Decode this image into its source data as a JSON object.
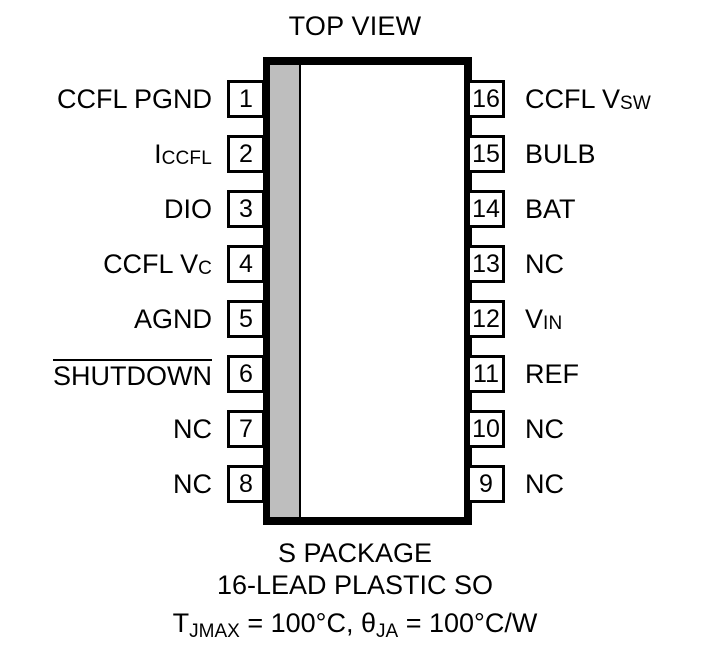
{
  "title": "TOP VIEW",
  "package": {
    "body_fill": "#ffffff",
    "border_color": "#000000",
    "orientation_stripe_color": "#bebebe"
  },
  "pins": {
    "left": [
      {
        "number": "1",
        "label_main": "CCFL PGND",
        "label_sub": "",
        "overline": false
      },
      {
        "number": "2",
        "label_main": "I",
        "label_sub": "CCFL",
        "overline": false
      },
      {
        "number": "3",
        "label_main": "DIO",
        "label_sub": "",
        "overline": false
      },
      {
        "number": "4",
        "label_main": "CCFL V",
        "label_sub": "C",
        "overline": false
      },
      {
        "number": "5",
        "label_main": "AGND",
        "label_sub": "",
        "overline": false
      },
      {
        "number": "6",
        "label_main": "SHUTDOWN",
        "label_sub": "",
        "overline": true
      },
      {
        "number": "7",
        "label_main": "NC",
        "label_sub": "",
        "overline": false
      },
      {
        "number": "8",
        "label_main": "NC",
        "label_sub": "",
        "overline": false
      }
    ],
    "right": [
      {
        "number": "16",
        "label_main": "CCFL V",
        "label_sub": "SW",
        "overline": false
      },
      {
        "number": "15",
        "label_main": "BULB",
        "label_sub": "",
        "overline": false
      },
      {
        "number": "14",
        "label_main": "BAT",
        "label_sub": "",
        "overline": false
      },
      {
        "number": "13",
        "label_main": "NC",
        "label_sub": "",
        "overline": false
      },
      {
        "number": "12",
        "label_main": "V",
        "label_sub": "IN",
        "overline": false
      },
      {
        "number": "11",
        "label_main": "REF",
        "label_sub": "",
        "overline": false
      },
      {
        "number": "10",
        "label_main": "NC",
        "label_sub": "",
        "overline": false
      },
      {
        "number": "9",
        "label_main": "NC",
        "label_sub": "",
        "overline": false
      }
    ]
  },
  "caption": {
    "line1": "S PACKAGE",
    "line2": "16-LEAD PLASTIC SO",
    "line3": {
      "t_symbol": "T",
      "t_sub": "JMAX",
      "t_value": " = 100°C, ",
      "theta_symbol": "θ",
      "theta_sub": "JA",
      "theta_value": " = 100°C/W"
    }
  }
}
